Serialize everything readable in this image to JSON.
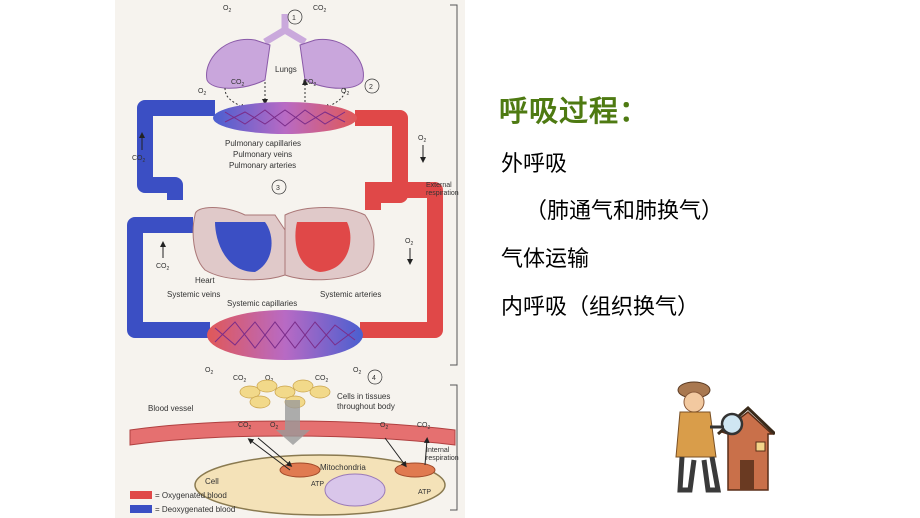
{
  "slide": {
    "heading": "呼吸过程：",
    "lines": [
      "外呼吸",
      "（肺通气和肺换气）",
      "气体运输",
      "内呼吸（组织换气）"
    ]
  },
  "figure": {
    "o2": "O",
    "co2": "CO",
    "sub2": "2",
    "step_numbers": [
      "1",
      "2",
      "3",
      "4"
    ],
    "labels": {
      "lungs": "Lungs",
      "pulmonary_capillaries": "Pulmonary capillaries",
      "pulmonary_veins": "Pulmonary veins",
      "pulmonary_arteries": "Pulmonary arteries",
      "heart": "Heart",
      "systemic_veins": "Systemic veins",
      "systemic_arteries": "Systemic arteries",
      "systemic_capillaries": "Systemic capillaries",
      "cells_in_tissues_1": "Cells in tissues",
      "cells_in_tissues_2": "throughout body",
      "blood_vessel": "Blood vessel",
      "mitochondria": "Mitochondria",
      "atp": "ATP",
      "cell": "Cell",
      "external_respiration_1": "External",
      "external_respiration_2": "respiration",
      "internal_respiration_1": "Internal",
      "internal_respiration_2": "respiration"
    },
    "legend": [
      {
        "label": "= Oxygenated blood",
        "color": "#e04848"
      },
      {
        "label": "= Deoxygenated blood",
        "color": "#3b4fc4"
      }
    ]
  },
  "colors": {
    "heading": "#4e7a12",
    "oxygenated": "#e04848",
    "deoxygenated": "#3b4fc4",
    "lung": "#c9a6dc",
    "capillary": "#b05bb8"
  }
}
